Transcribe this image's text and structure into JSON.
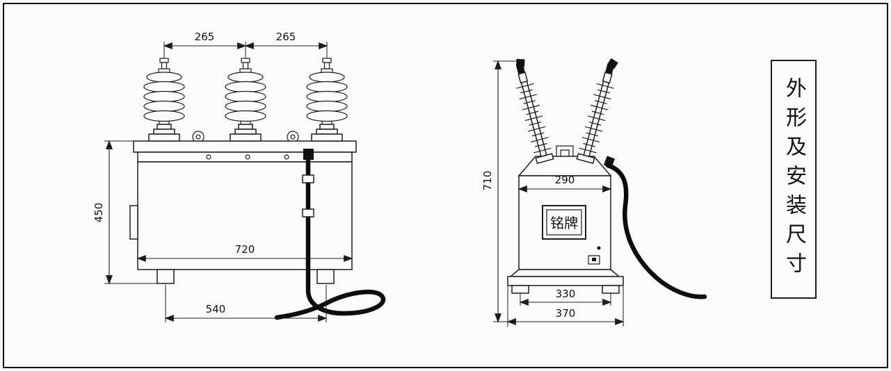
{
  "title_panel": {
    "text": "外形及安装尺寸"
  },
  "front_view": {
    "dims": {
      "top_left": "265",
      "top_right": "265",
      "height": "450",
      "body_width": "720",
      "base_width": "540"
    }
  },
  "side_view": {
    "dims": {
      "height": "710",
      "body_width": "290",
      "feet_width": "330",
      "base_width": "370"
    },
    "nameplate": "铭牌"
  }
}
